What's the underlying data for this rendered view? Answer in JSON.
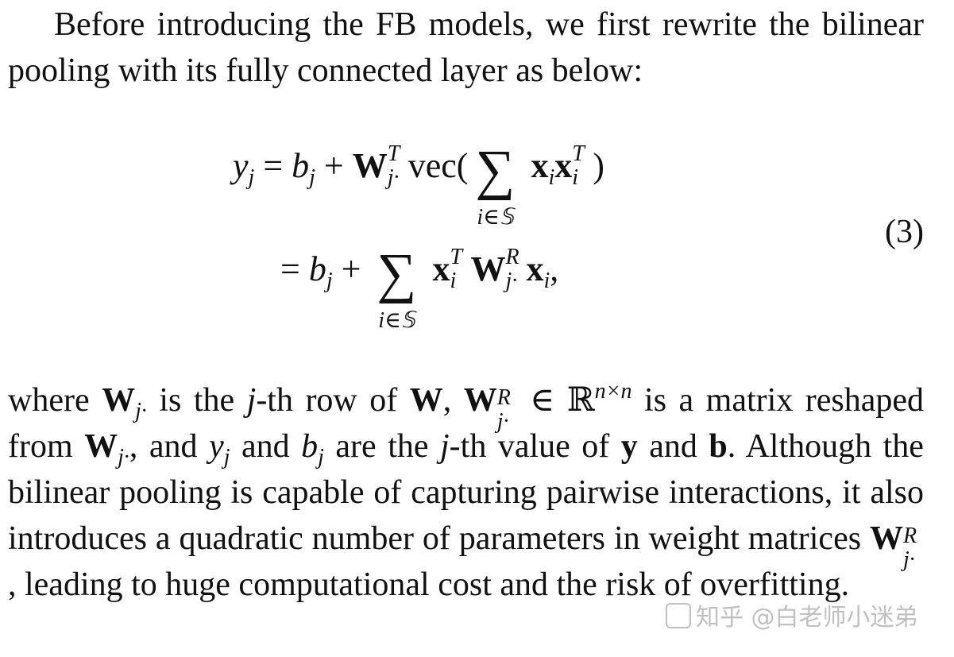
{
  "paragraph_intro": "Before introducing the FB models, we first rewrite the bilinear pooling with its fully connected layer as below:",
  "equation": {
    "line1": {
      "lhs": "y",
      "lhs_sub": "j",
      "eq": "=",
      "b": "b",
      "b_sub": "j",
      "plus": "+",
      "W": "W",
      "W_sup": "T",
      "W_sub": "j·",
      "vec": "vec(",
      "sum_symbol": "∑",
      "sum_under": "i∈𝕊",
      "x1": "x",
      "x1_sub": "i",
      "x2": "x",
      "x2_sup": "T",
      "x2_sub": "i",
      "close": ")"
    },
    "line2": {
      "eq": "=",
      "b": "b",
      "b_sub": "j",
      "plus": "+",
      "sum_symbol": "∑",
      "sum_under": "i∈𝕊",
      "x1": "x",
      "x1_sup": "T",
      "x1_sub": "i",
      "W": "W",
      "W_sup": "R",
      "W_sub": "j·",
      "x2": "x",
      "x2_sub": "i",
      "tail": ","
    },
    "number": "(3)"
  },
  "paragraph_where": {
    "p1": "where ",
    "Wj": "W",
    "Wj_sub": "j·",
    "p2": " is the ",
    "j1": "j",
    "p3": "-th row of ",
    "W": "W",
    "p4": ", ",
    "WR": "W",
    "WR_sup": "R",
    "WR_sub": "j·",
    "p5": " ∈ ℝ",
    "dim": "n×n",
    "p6": " is a matrix reshaped from ",
    "Wj2": "W",
    "Wj2_sub": "j·",
    "p7": ", and ",
    "y": "y",
    "y_sub": "j",
    "p8": " and ",
    "b": "b",
    "b_sub": "j",
    "p9": " are the ",
    "j2": "j",
    "p10": "-th value of ",
    "ybold": "y",
    "p11": " and ",
    "bbold": "b",
    "p12": ". Although the bilinear pooling is capable of capturing pairwise interactions, it also introduces a quadratic number of parameters in weight matrices ",
    "WR2": "W",
    "WR2_sup": "R",
    "WR2_sub": "j·",
    "p13": ", leading to huge computational cost and the risk of overfitting."
  },
  "watermark": "知乎 @白老师小迷弟"
}
